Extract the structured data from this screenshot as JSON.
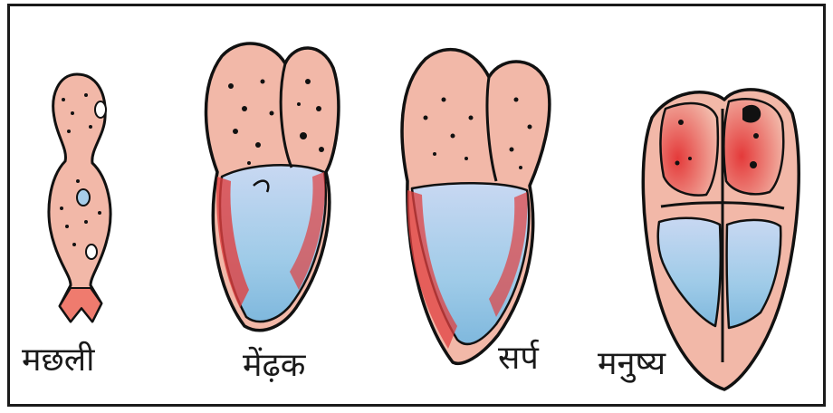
{
  "colors": {
    "chamber_pink": "#f2b8a8",
    "vessel_red": "#e03a3a",
    "ventricle_blue": "#a7cde9",
    "outline": "#111111"
  },
  "hearts": [
    {
      "label": "मछली",
      "icon": "fish-heart-icon"
    },
    {
      "label": "मेंढ़क",
      "icon": "frog-heart-icon"
    },
    {
      "label": "सर्प",
      "icon": "snake-heart-icon"
    },
    {
      "label": "मनुष्य",
      "icon": "human-heart-icon"
    }
  ]
}
